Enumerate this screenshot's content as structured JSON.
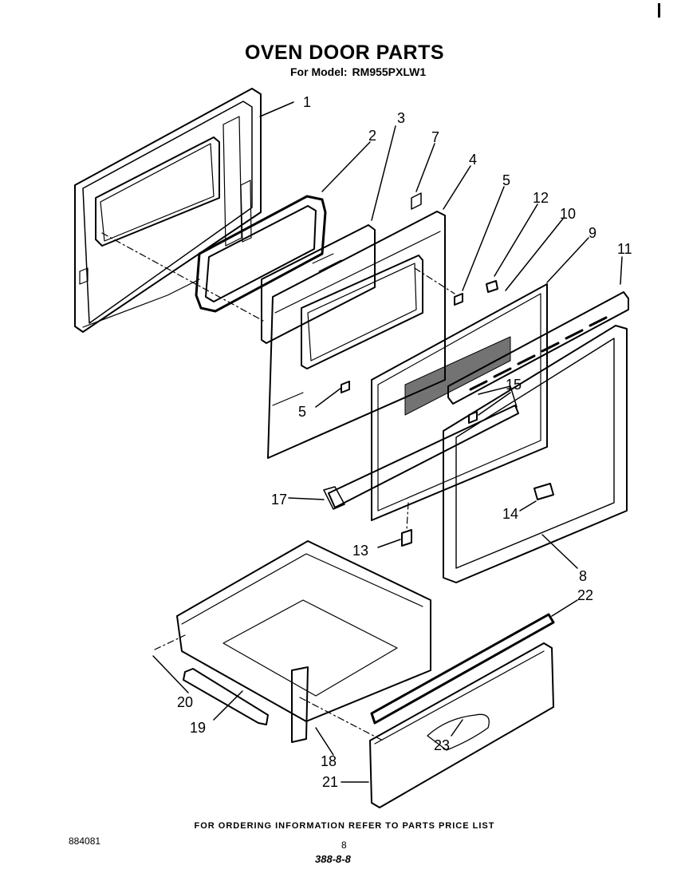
{
  "header": {
    "title": "OVEN DOOR PARTS",
    "subtitle_prefix": "For Model:",
    "model": "RM955PXLW1"
  },
  "callouts": [
    "1",
    "2",
    "3",
    "7",
    "4",
    "5",
    "12",
    "10",
    "9",
    "11",
    "15",
    "5",
    "17",
    "14",
    "13",
    "8",
    "22",
    "20",
    "19",
    "18",
    "23",
    "21"
  ],
  "footer": {
    "note": "FOR ORDERING INFORMATION REFER TO PARTS PRICE LIST",
    "doc_number": "884081",
    "page_number": "8",
    "page_code": "388-8-8"
  }
}
